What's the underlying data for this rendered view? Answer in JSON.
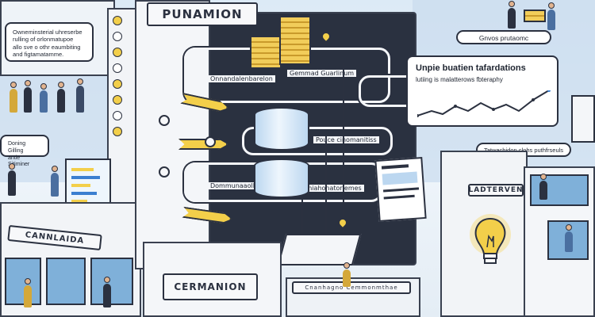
{
  "signs": {
    "top": "PUNAMION",
    "bottom": "CERMANION",
    "left_tower": "CANNLAIDA",
    "right_tower": "LADTERVEN"
  },
  "bubbles": {
    "top_left": "Owneminsterial uhreserbe\nrulling of orlonmatupoe\nallo sve o othr eaumbiting\nand figtamatamme.",
    "top_right_pill": "Gnvos prutaomc",
    "center_right_title": "Unpie buatien tafardations",
    "center_right_sub": "lutiing is malatterows fbteraphy",
    "right_mid_pill": "Tatwachidon clohs puthfrseuls",
    "left_mid": "Doning Gilling\nantle Sitiminer"
  },
  "pipe_labels": {
    "upper_left": "Onnandalenbarelon",
    "upper_right": "Gemmad Guarlinum",
    "middle": "Pouce cinomanitiss",
    "lower_left": "Dommunaaolleae",
    "lower_right": "Clemmiahonatoriemes",
    "bottom_strip": "Cnanhagno Cemmonmthae"
  },
  "arrow_labels": {
    "a1": "",
    "a2": "",
    "a3": ""
  },
  "chart": {
    "line_color": "#2b3140",
    "accent": "#3b7fd0"
  },
  "colors": {
    "accent_yellow": "#f3cf4a",
    "outline": "#2b3140",
    "sky": "#dceaf6",
    "dark_panel": "#2a3140"
  },
  "icons": [
    "coins-icon",
    "database-icon",
    "lightbulb-icon",
    "location-pin-icon",
    "document-icon",
    "chart-icon"
  ]
}
